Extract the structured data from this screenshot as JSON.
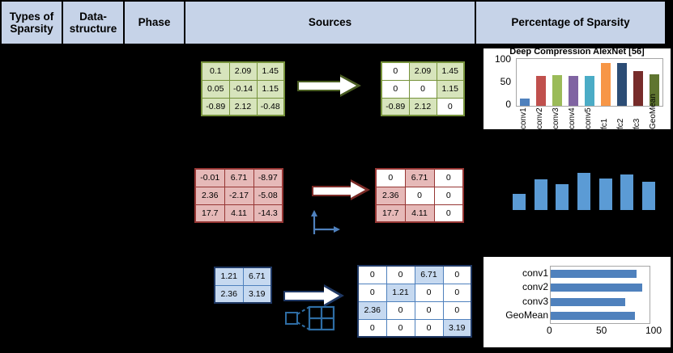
{
  "header": {
    "columns": [
      {
        "id": "types-of-sparsity",
        "label": "Types of\nSparsity"
      },
      {
        "id": "data-structure",
        "label": "Data-\nstructure"
      },
      {
        "id": "phase",
        "label": "Phase"
      },
      {
        "id": "sources",
        "label": "Sources"
      },
      {
        "id": "percentage-of-sparsity",
        "label": "Percentage of Sparsity"
      }
    ],
    "label_types": "Types of",
    "label_types2": "Sparsity",
    "label_data": "Data-",
    "label_data2": "structure",
    "label_phase": "Phase",
    "label_sources": "Sources",
    "label_percentage": "Percentage of Sparsity"
  },
  "rows": [
    {
      "id": "row-green",
      "accent": "#77933c",
      "fill": "#d7e4bc",
      "input_matrix": [
        [
          "0.1",
          "2.09",
          "1.45"
        ],
        [
          "0.05",
          "-0.14",
          "1.15"
        ],
        [
          "-0.89",
          "2.12",
          "-0.48"
        ]
      ],
      "output_matrix": [
        [
          "0",
          "2.09",
          "1.45"
        ],
        [
          "0",
          "0",
          "1.15"
        ],
        [
          "-0.89",
          "2.12",
          "0"
        ]
      ],
      "output_zeros": [
        [
          1,
          0,
          0
        ],
        [
          1,
          1,
          0
        ],
        [
          0,
          0,
          1
        ]
      ]
    },
    {
      "id": "row-red",
      "accent": "#963634",
      "fill": "#e6b9b8",
      "input_matrix": [
        [
          "-0.01",
          "6.71",
          "-8.97"
        ],
        [
          "2.36",
          "-2.17",
          "-5.08"
        ],
        [
          "17.7",
          "4.11",
          "-14.3"
        ]
      ],
      "output_matrix": [
        [
          "0",
          "6.71",
          "0"
        ],
        [
          "2.36",
          "0",
          "0"
        ],
        [
          "17.7",
          "4.11",
          "0"
        ]
      ],
      "output_zeros": [
        [
          1,
          0,
          1
        ],
        [
          0,
          1,
          1
        ],
        [
          0,
          0,
          1
        ]
      ]
    },
    {
      "id": "row-blue",
      "accent": "#1f3864",
      "fill": "#c6d9f0",
      "input_matrix": [
        [
          "1.21",
          "6.71"
        ],
        [
          "2.36",
          "3.19"
        ]
      ],
      "output_matrix": [
        [
          "0",
          "0",
          "6.71",
          "0"
        ],
        [
          "0",
          "1.21",
          "0",
          "0"
        ],
        [
          "2.36",
          "0",
          "0",
          "0"
        ],
        [
          "0",
          "0",
          "0",
          "3.19"
        ]
      ],
      "output_zeros": [
        [
          1,
          1,
          0,
          1
        ],
        [
          1,
          0,
          1,
          1
        ],
        [
          0,
          1,
          1,
          1
        ],
        [
          1,
          1,
          1,
          0
        ]
      ]
    }
  ],
  "chart_data": [
    {
      "id": "chart-deep-compression-alexnet",
      "type": "bar",
      "title": "Deep Compression AlexNet [56]",
      "orientation": "vertical",
      "categories": [
        "conv1",
        "conv2",
        "conv3",
        "conv4",
        "conv5",
        "fc1",
        "fc2",
        "fc3",
        "GeoMean"
      ],
      "values": [
        16,
        63,
        66,
        63,
        64,
        91,
        91,
        75,
        67
      ],
      "colors": [
        "#4f81bd",
        "#c0504d",
        "#9bbb59",
        "#8064a2",
        "#4bacc6",
        "#f79646",
        "#2c4d75",
        "#772c2a",
        "#5f7530"
      ],
      "ylim": [
        0,
        100
      ],
      "yticks": [
        "0",
        "50",
        "100"
      ],
      "xlabel": "",
      "ylabel": "",
      "grid": false,
      "legend": "none"
    },
    {
      "id": "chart-middle-bars",
      "type": "bar",
      "title": "",
      "orientation": "vertical",
      "categories": [
        "1",
        "2",
        "3",
        "4",
        "5",
        "6",
        "7"
      ],
      "values": [
        40,
        76,
        65,
        92,
        78,
        88,
        70
      ],
      "colors": [
        "#5b9bd5",
        "#5b9bd5",
        "#5b9bd5",
        "#5b9bd5",
        "#5b9bd5",
        "#5b9bd5",
        "#5b9bd5"
      ],
      "ylim": [
        0,
        100
      ],
      "yticks": [],
      "xlabel": "",
      "ylabel": "",
      "grid": false,
      "legend": "none"
    },
    {
      "id": "chart-horizontal-conv",
      "type": "bar",
      "title": "",
      "orientation": "horizontal",
      "categories": [
        "conv1",
        "conv2",
        "conv3",
        "GeoMean"
      ],
      "values": [
        87,
        93,
        75,
        85
      ],
      "colors": [
        "#4f81bd",
        "#4f81bd",
        "#4f81bd",
        "#4f81bd"
      ],
      "xlim": [
        0,
        100
      ],
      "xticks": [
        "0",
        "50",
        "100"
      ],
      "xlabel": "",
      "ylabel": "",
      "grid": false,
      "legend": "none"
    }
  ],
  "icons": {
    "axes_icon": "coordinate-axes-icon",
    "camera_icon": "camera-frame-icon"
  },
  "colors": {
    "header_bg": "#c6d3e8",
    "page_bg": "#000000",
    "green_accent": "#77933c",
    "red_accent": "#963634",
    "blue_accent": "#1f3864",
    "bar_blue": "#5b9bd5"
  }
}
